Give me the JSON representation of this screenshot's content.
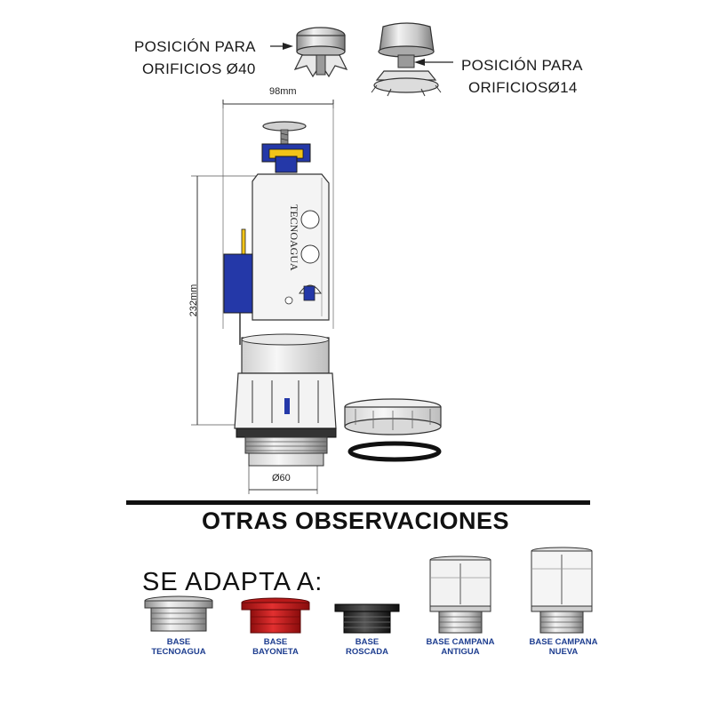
{
  "callouts": {
    "left_line1": "POSICIÓN PARA",
    "left_line2": "ORIFICIOS Ø40",
    "right_line1": "POSICIÓN PARA",
    "right_line2": "ORIFICIOSØ14"
  },
  "dimensions": {
    "width": "98mm",
    "height": "232mm",
    "diameter": "Ø60"
  },
  "brand_on_body": "TECNOAGUA",
  "section": {
    "heading": "OTRAS OBSERVACIONES",
    "adapt_label": "SE ADAPTA A:"
  },
  "bases": [
    {
      "line1": "BASE",
      "line2": "TECNOAGUA"
    },
    {
      "line1": "BASE",
      "line2": "BAYONETA"
    },
    {
      "line1": "BASE",
      "line2": "ROSCADA"
    },
    {
      "line1": "BASE CAMPANA",
      "line2": "ANTIGUA"
    },
    {
      "line1": "BASE CAMPANA",
      "line2": "NUEVA"
    }
  ],
  "colors": {
    "label_blue": "#1d3d8f",
    "bayoneta_red": "#c81f1f",
    "float_blue": "#2438a8",
    "clip_yellow": "#f2c418"
  }
}
